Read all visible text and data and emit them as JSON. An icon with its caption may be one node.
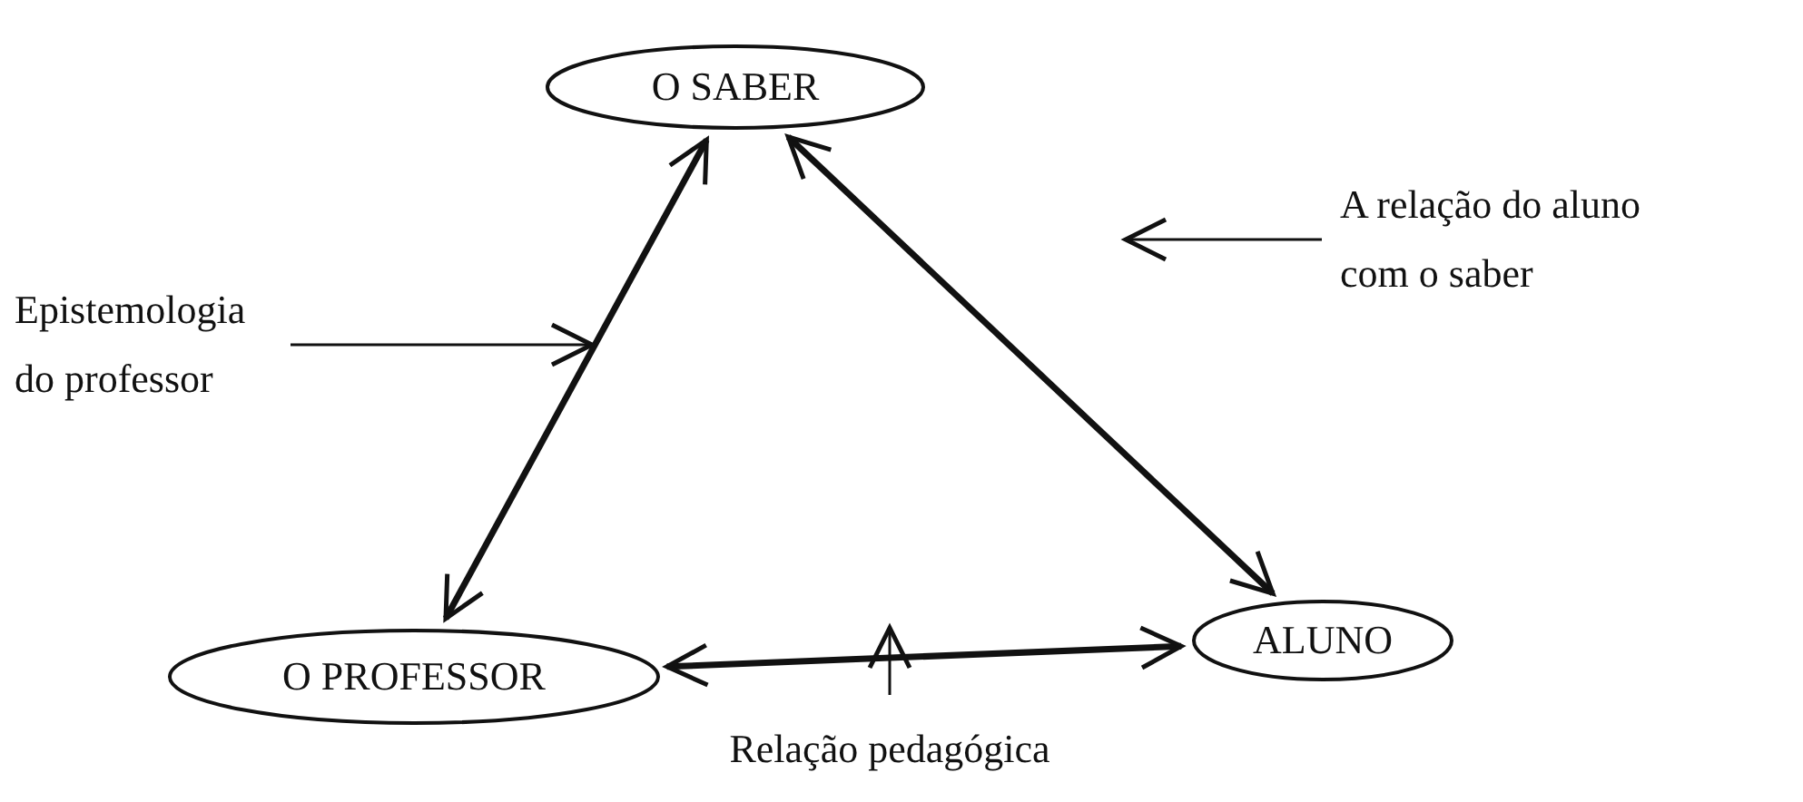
{
  "diagram": {
    "nodes": [
      {
        "text": [
          "O SABER"
        ]
      },
      {
        "text": [
          "O PROFESSOR"
        ]
      },
      {
        "text": [
          "ALUNO"
        ]
      },
      {
        "text": [
          "Epistemologia do professor"
        ]
      },
      {
        "text": [
          "A relação do aluno com o saber"
        ]
      },
      {
        "text": [
          "Relação pedagógica"
        ]
      }
    ],
    "edges": [
      {
        "from": 0,
        "to": 1,
        "arrow": "both",
        "style": "thick"
      },
      {
        "from": 0,
        "to": 2,
        "arrow": "both",
        "style": "thick"
      },
      {
        "from": 1,
        "to": 2,
        "arrow": "both",
        "style": "thick"
      },
      {
        "from": 3,
        "to": null,
        "arrow": "to"
      },
      {
        "from": 4,
        "to": null,
        "arrow": "to"
      },
      {
        "from": 5,
        "to": null,
        "arrow": "to"
      }
    ]
  }
}
